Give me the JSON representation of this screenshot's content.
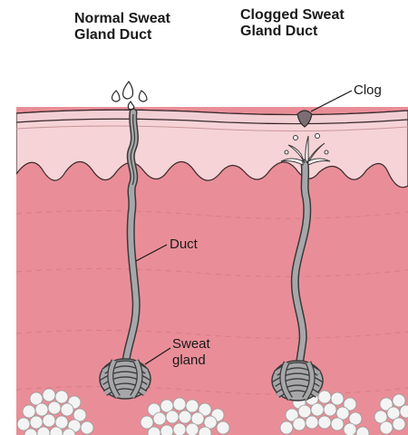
{
  "titles": {
    "normal": "Normal Sweat\nGland Duct",
    "clogged": "Clogged Sweat\nGland Duct"
  },
  "labels": {
    "clog": "Clog",
    "duct": "Duct",
    "sweat_gland_line1": "Sweat",
    "sweat_gland_line2": "gland"
  },
  "colors": {
    "epidermis_surface": "#f2cfd3",
    "epidermis": "#f6d3d6",
    "dermis": "#e98e98",
    "duct": "#a7a7aa",
    "fat": "#f4f4f4",
    "clog": "#7a6e72"
  }
}
